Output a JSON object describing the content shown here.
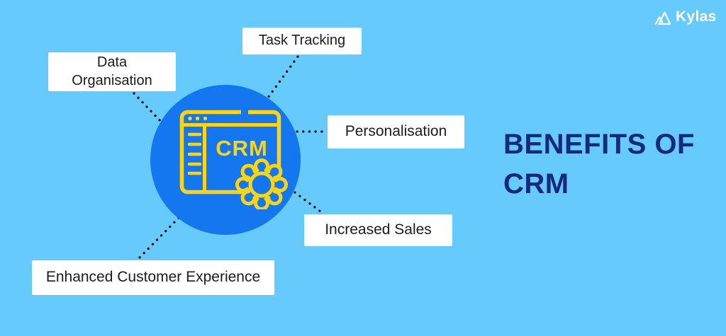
{
  "canvas": {
    "background_color": "#66CAFC"
  },
  "logo": {
    "brand": "Kylas",
    "icon": "mountain-logo-icon",
    "color": "#FFFFFF"
  },
  "title": {
    "line1": "BENEFITS OF",
    "line2": "CRM",
    "color": "#16297C"
  },
  "center_graphic": {
    "label": "CRM",
    "icon": "crm-browser-window-with-gear",
    "circle_color": "#1477F0",
    "icon_color": "#FFD513"
  },
  "benefits": [
    {
      "label": "Task Tracking"
    },
    {
      "label": "Data Organisation"
    },
    {
      "label": "Personalisation"
    },
    {
      "label": "Increased Sales"
    },
    {
      "label": "Enhanced Customer Experience"
    }
  ],
  "connector_style": {
    "color": "#101010",
    "pattern": "dotted"
  }
}
